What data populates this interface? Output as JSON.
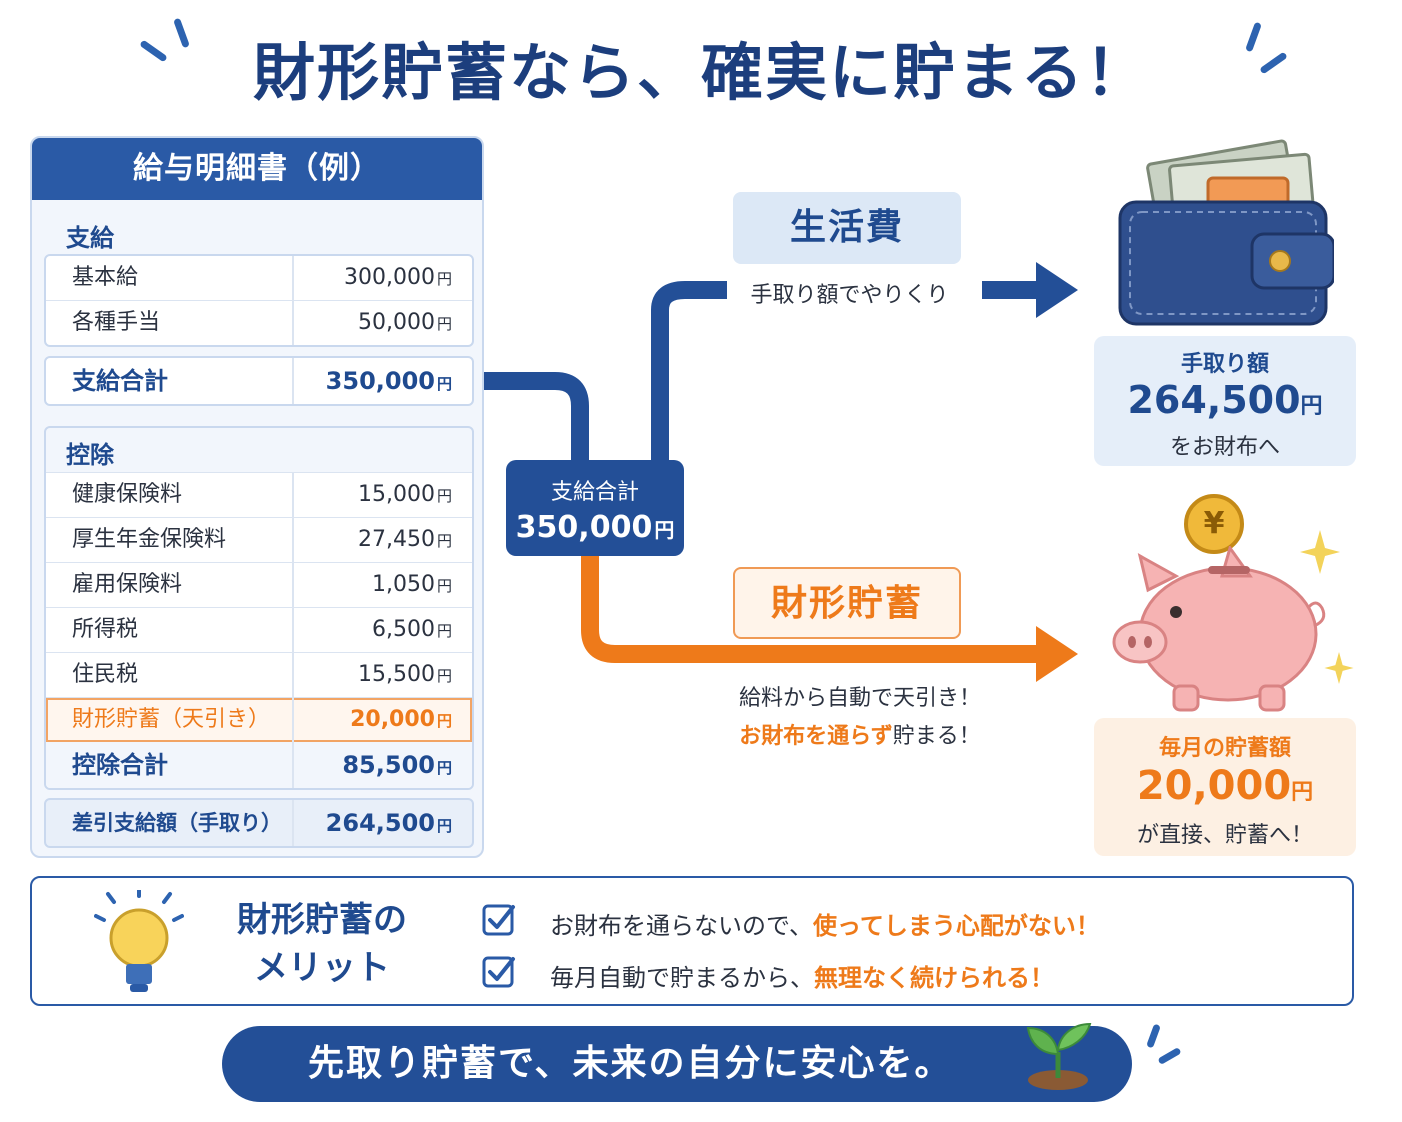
{
  "title": "財形貯蓄なら、確実に貯まる！",
  "payslip": {
    "header": "給与明細書（例）",
    "pay_label": "支給",
    "pay_rows": [
      {
        "label": "基本給",
        "value": "300,000",
        "unit": "円"
      },
      {
        "label": "各種手当",
        "value": "50,000",
        "unit": "円"
      }
    ],
    "pay_total": {
      "label": "支給合計",
      "value": "350,000",
      "unit": "円"
    },
    "deduction_label": "控除",
    "deduction_rows": [
      {
        "label": "健康保険料",
        "value": "15,000",
        "unit": "円"
      },
      {
        "label": "厚生年金保険料",
        "value": "27,450",
        "unit": "円"
      },
      {
        "label": "雇用保険料",
        "value": "1,050",
        "unit": "円"
      },
      {
        "label": "所得税",
        "value": "6,500",
        "unit": "円"
      },
      {
        "label": "住民税",
        "value": "15,500",
        "unit": "円"
      }
    ],
    "zaikei_row": {
      "label": "財形貯蓄（天引き）",
      "value": "20,000",
      "unit": "円"
    },
    "deduction_total": {
      "label": "控除合計",
      "value": "85,500",
      "unit": "円"
    },
    "net": {
      "label": "差引支給額（手取り）",
      "value": "264,500",
      "unit": "円"
    }
  },
  "center_node": {
    "label": "支給合計",
    "value": "350,000",
    "unit": "円"
  },
  "living": {
    "badge": "生活費",
    "note": "手取り額でやりくり"
  },
  "saving": {
    "badge": "財形貯蓄",
    "note_line1": "給料から自動で天引き！",
    "note_line2_em": "お財布を通らず",
    "note_line2_rest": "貯まる！"
  },
  "takehome": {
    "title": "手取り額",
    "value": "264,500",
    "unit": "円",
    "sub": "をお財布へ"
  },
  "monthly": {
    "title": "毎月の貯蓄額",
    "value": "20,000",
    "unit": "円",
    "sub": "が直接、貯蓄へ！"
  },
  "coin_symbol": "¥",
  "merit": {
    "title_line1": "財形貯蓄の",
    "title_line2": "メリット",
    "items": [
      {
        "text": "お財布を通らないので、",
        "em": "使ってしまう心配がない！"
      },
      {
        "text": "毎月自動で貯まるから、",
        "em": "無理なく続けられる！"
      }
    ]
  },
  "footer": "先取り貯蓄で、未来の自分に安心を。",
  "icons": [
    "wallet-icon",
    "piggy-bank-icon",
    "yen-coin-icon",
    "lightbulb-icon",
    "check-icon",
    "sprout-icon",
    "sparkle-icon"
  ],
  "colors": {
    "navy": "#234f97",
    "orange": "#ee7a1a",
    "light_blue": "#e5eef9",
    "light_orange": "#fdf0e3"
  }
}
